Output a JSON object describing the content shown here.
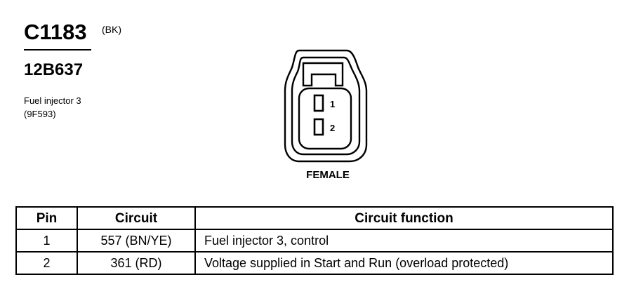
{
  "header": {
    "connector_id": "C1183",
    "color_code": "(BK)",
    "part_number": "12B637",
    "description_line1": "Fuel injector 3",
    "description_line2": "(9F593)"
  },
  "connector": {
    "gender": "FEMALE",
    "pin_labels": [
      "1",
      "2"
    ]
  },
  "table": {
    "headers": {
      "pin": "Pin",
      "circuit": "Circuit",
      "function": "Circuit function"
    },
    "rows": [
      {
        "pin": "1",
        "circuit": "557 (BN/YE)",
        "function": "Fuel injector 3, control"
      },
      {
        "pin": "2",
        "circuit": "361 (RD)",
        "function": "Voltage supplied in Start and Run (overload protected)"
      }
    ]
  }
}
